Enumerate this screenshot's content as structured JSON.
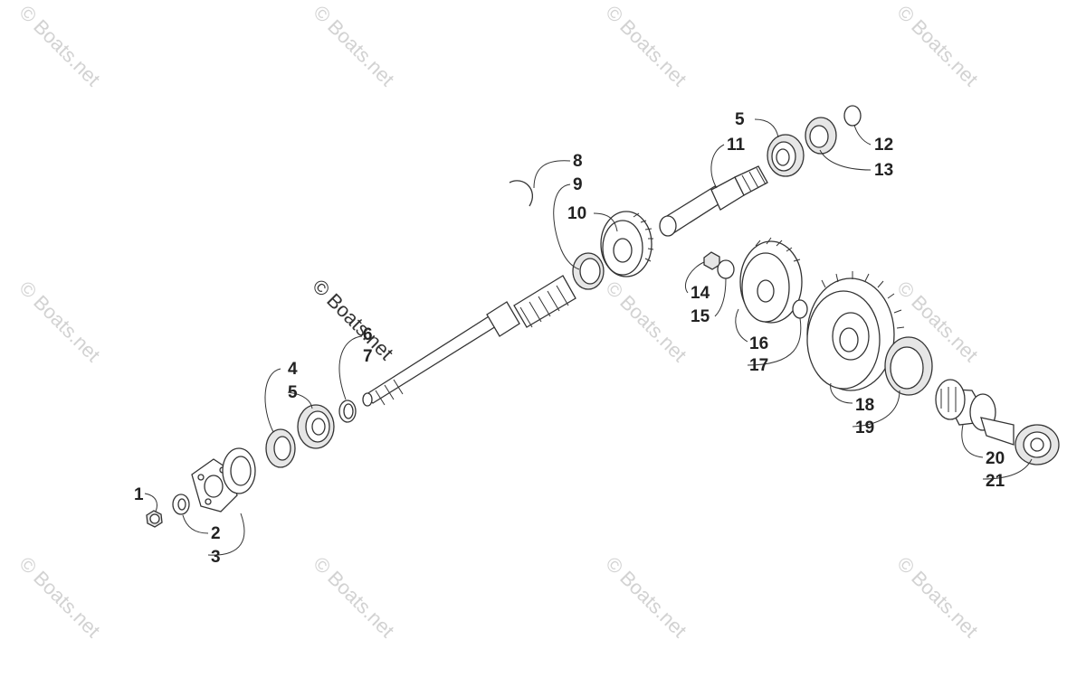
{
  "watermark": {
    "text": "© Boats.net"
  },
  "callouts": {
    "c1": "1",
    "c2": "2",
    "c3": "3",
    "c4": "4",
    "c5a": "5",
    "c6": "6",
    "c7": "7",
    "c8": "8",
    "c9": "9",
    "c10": "10",
    "c11": "11",
    "c5b": "5",
    "c12": "12",
    "c13": "13",
    "c14": "14",
    "c15": "15",
    "c16": "16",
    "c17": "17",
    "c18": "18",
    "c19": "19",
    "c20": "20",
    "c21": "21"
  },
  "colors": {
    "line": "#333333",
    "watermark": "#d2d2d2",
    "background": "#ffffff"
  }
}
